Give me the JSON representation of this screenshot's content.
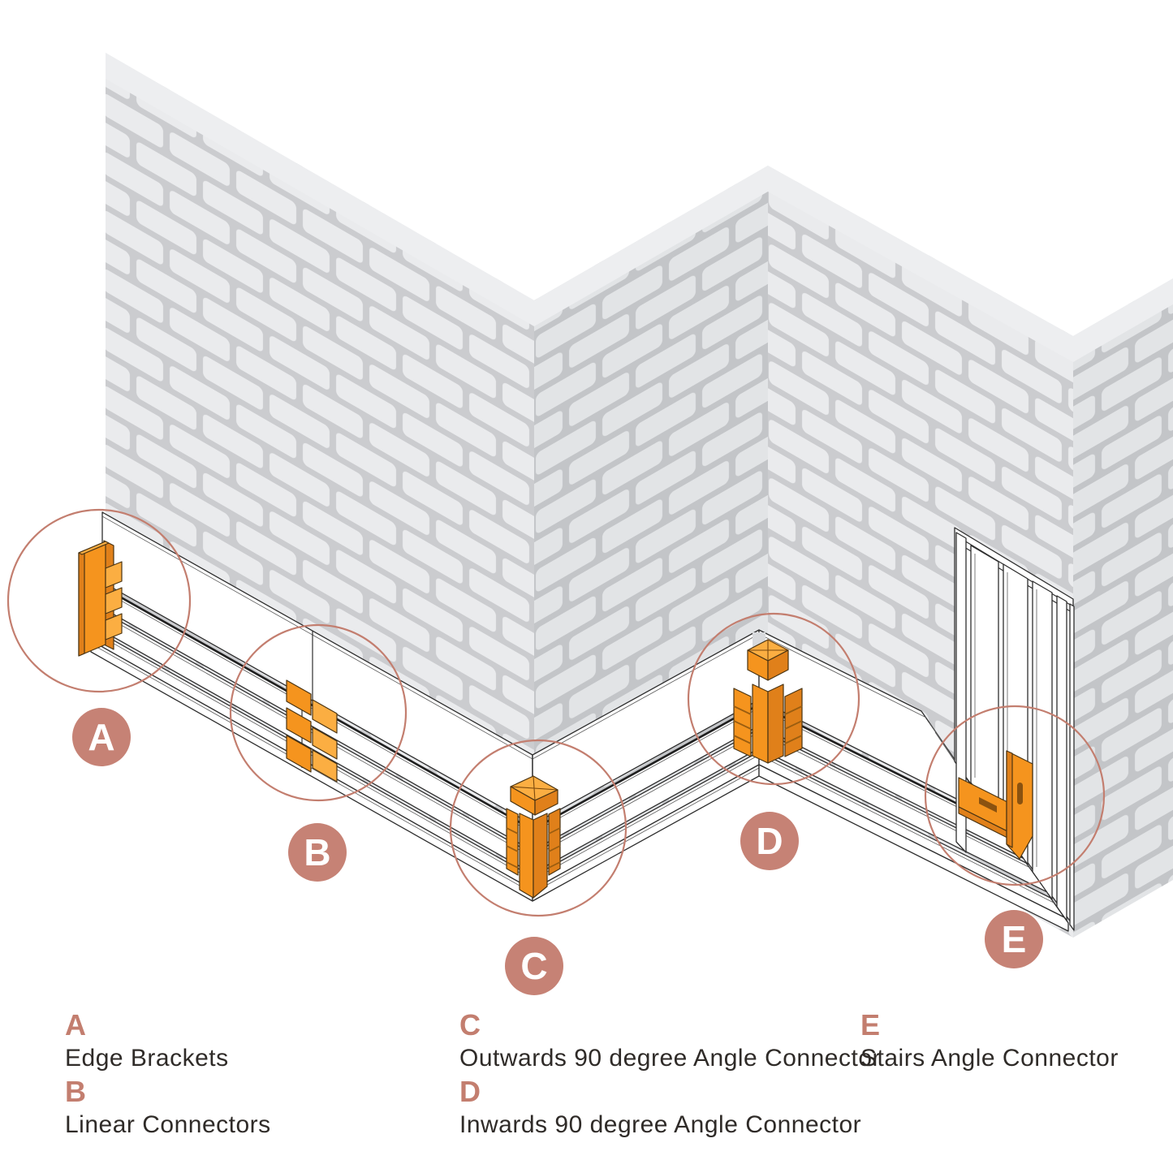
{
  "legend": {
    "items": [
      {
        "letter": "A",
        "label": "Edge Brackets"
      },
      {
        "letter": "B",
        "label": "Linear Connectors"
      },
      {
        "letter": "C",
        "label": "Outwards 90 degree Angle Connector"
      },
      {
        "letter": "D",
        "label": "Inwards 90 degree Angle Connector"
      },
      {
        "letter": "E",
        "label": "Stairs Angle Connector"
      }
    ]
  },
  "badges": [
    {
      "letter": "A"
    },
    {
      "letter": "B"
    },
    {
      "letter": "C"
    },
    {
      "letter": "D"
    },
    {
      "letter": "E"
    }
  ],
  "colors": {
    "connector_orange": "#F5941E",
    "connector_orange_dark": "#E0801A",
    "connector_orange_light": "#FBAE42",
    "highlight_rose": "#C37E6F",
    "badge_rose": "#C68275",
    "badge_letter": "#FFFFFF",
    "brick_light": "#EAEBED",
    "mortar_light": "#CBCCCF",
    "brick_dark": "#E2E4E6",
    "mortar_dark": "#C3C5C8",
    "wall_top": "#EDEEF0",
    "barrier_white": "#FFFFFF",
    "barrier_line": "#2E2E2E",
    "legend_text": "#2F2B28"
  }
}
